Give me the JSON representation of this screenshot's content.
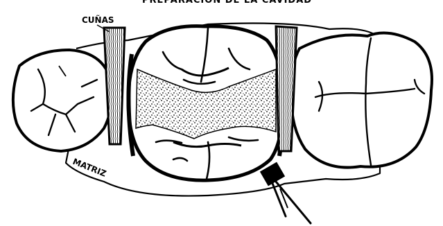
{
  "figure": {
    "header_text": "PREPARACION DE LA CAVIDAD",
    "label_cunas": "CUÑAS",
    "label_matrix": "MATRIZ"
  },
  "parts": {
    "left_tooth": "premolar",
    "center_tooth": "prepared-molar",
    "right_tooth": "molar",
    "wedges": [
      "left-wedge",
      "right-wedge"
    ],
    "band": "matrix-band",
    "tool": "matrix-retainer"
  }
}
